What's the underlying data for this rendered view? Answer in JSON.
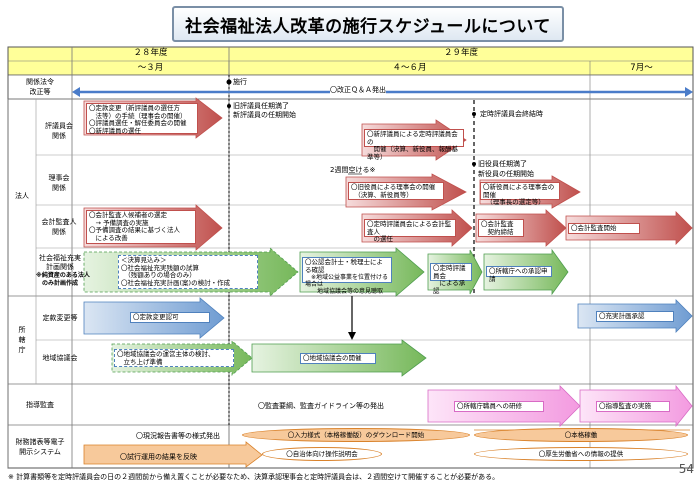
{
  "title": "社会福祉法人改革の施行スケジュールについて",
  "header": {
    "fy28": "２８年度",
    "fy28_sub": "～３月",
    "fy29": "２９年度",
    "fy29_a": "４～６月",
    "fy29_b": "7月～"
  },
  "rows": {
    "laws_1": "関係法令",
    "laws_2": "改正等",
    "group_corp": "法人",
    "council_1": "評議員会",
    "council_2": "関係",
    "board_1": "理事会",
    "board_2": "関係",
    "auditor_1": "会計監査人",
    "auditor_2": "関係",
    "plan_1": "社会福祉充実",
    "plan_2": "計画関係",
    "plan_3": "※純資産のある法人",
    "plan_4": "のみ計画作成",
    "group_jurisdiction_1": "所",
    "group_jurisdiction_2": "轄",
    "group_jurisdiction_3": "庁",
    "articles": "定款変更等",
    "regional": "地域協議会",
    "guidance": "指導監査",
    "system_1": "財務諸表等電子",
    "system_2": "開示システム"
  },
  "laws": {
    "enforce": "施行",
    "qa": "〇改正Ｑ＆Ａ発出"
  },
  "council": {
    "box1_l1": "〇定款変更（新評議員の選任方",
    "box1_l2": "　法等）の手続（理事会の開催）",
    "box1_l3": "〇評議員選任・解任委員会の開催",
    "box1_l4": "〇新評議員の選任",
    "old_1": "旧評議員任期満了",
    "old_2": "新評議員の任期開始",
    "end_note": "定時評議員会終結時",
    "new_1": "〇新評議員による定時評議員会の",
    "new_2": "　開催（決算、新役員、報酬基準等）"
  },
  "board": {
    "two_weeks": "2週間空ける※",
    "box1_l1": "〇旧役員による理事会の開催",
    "box1_l2": "　（決算、新役員等）",
    "old_1": "旧役員任期満了",
    "old_2": "新役員の任期開始",
    "box2_l1": "〇新役員による理事会の開催",
    "box2_l2": "　（理事長の選定等）"
  },
  "auditor": {
    "box1_l1": "〇会計監査人候補者の選定",
    "box1_l2": "　→ 予備調査の実施",
    "box1_l3": "〇予備調査の結果に基づく法人",
    "box1_l4": "　による改善",
    "box2_l1": "〇定時評議員会による会計監査人",
    "box2_l2": "　の選任",
    "box3_l1": "〇会計監査",
    "box3_l2": "　契約締結",
    "box4": "〇会計監査開始"
  },
  "plan": {
    "a_l1": "＜決算見込み＞",
    "a_l2": "〇社会福祉充実残額の試算",
    "a_l3": "　（残額ありの場合のみ）",
    "a_l4": "〇社会福祉充実計画(案)の検討・作成",
    "b_l1": "〇公認会計士・税理士による確認",
    "b_l2": "　※地域公益事業を位置付ける場合は",
    "b_l3": "　　地域協議会等の意見聴取",
    "c_l1": "〇定時評議員会",
    "c_l2": "　による承認",
    "d": "〇所轄庁への承認申請"
  },
  "articles": {
    "a": "〇定款変更認可",
    "b": "〇充実計画承認"
  },
  "regional": {
    "a_l1": "〇地域協議会の運営主体の検討、",
    "a_l2": "　立ち上げ準備",
    "b": "〇地域協議会の開催"
  },
  "guidance": {
    "a": "〇監査要綱、監査ガイドライン等の発出",
    "b": "〇所轄庁職員への研修",
    "c": "〇指導監査の実施"
  },
  "system": {
    "a": "〇現況報告書等の様式発出",
    "b": "〇入力様式（本格稼働版）のダウンロード開始",
    "c": "〇本格稼働",
    "d": "〇試行運用の結果を反映",
    "e": "〇自治体向け操作説明会",
    "f": "〇厚生労働省への情報の提供"
  },
  "footnote": "※ 計算書類等を定時評議員会の日の２週間前から備え置くことが必要なため、決算承認理事会と定時評議員会は、２週間空けて開催することが必要がある。",
  "page_number": "54",
  "colors": {
    "header_yellow": "#ffff99",
    "arrow_blue": "#4f81bd",
    "arrow_red": "#c0504d",
    "arrow_green": "#4f9d4f",
    "arrow_pink": "#f7a8e8",
    "oval_orange": "#f7c99b"
  }
}
